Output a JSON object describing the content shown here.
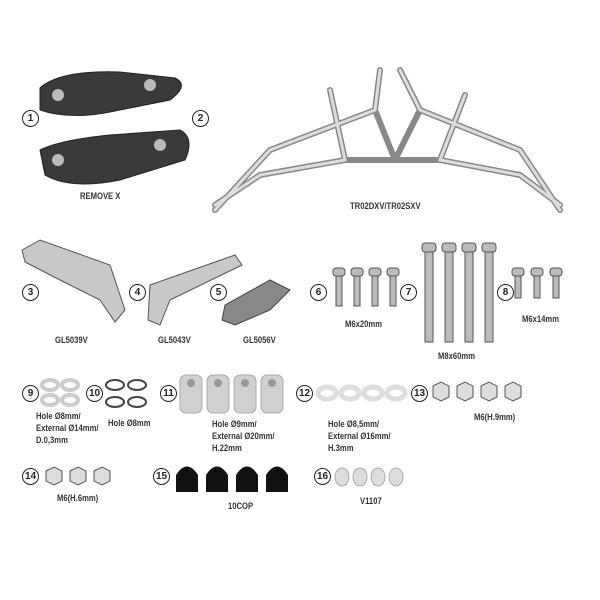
{
  "items": [
    {
      "number": "1"
    },
    {
      "number": "2"
    },
    {
      "number": "3",
      "code": "GL5039V"
    },
    {
      "number": "4",
      "code": "GL5043V"
    },
    {
      "number": "5",
      "code": "GL5056V"
    },
    {
      "number": "6",
      "code": "M6x20mm"
    },
    {
      "number": "7",
      "code": "M8x60mm"
    },
    {
      "number": "8",
      "code": "M6x14mm"
    },
    {
      "number": "9",
      "spec": [
        "Hole Ø8mm/",
        "External Ø14mm/",
        "D.0,3mm"
      ]
    },
    {
      "number": "10",
      "spec": [
        "Hole Ø8mm"
      ]
    },
    {
      "number": "11",
      "spec": [
        "Hole Ø9mm/",
        "External Ø20mm/",
        "H.22mm"
      ]
    },
    {
      "number": "12",
      "spec": [
        "Hole Ø8,5mm/",
        "External Ø16mm/",
        "H.3mm"
      ]
    },
    {
      "number": "13",
      "code": "M6(H.9mm)"
    },
    {
      "number": "14",
      "code": "M6(H.6mm)"
    },
    {
      "number": "15",
      "code": "10COP"
    },
    {
      "number": "16",
      "code": "V1107"
    }
  ],
  "remove_note": "REMOVE X",
  "frame_code": "TR02DXV/TR02SXV",
  "colors": {
    "metal": "#c8c8c8",
    "dark_part": "#3a3a3a",
    "cap": "#111111",
    "outline": "#555555"
  }
}
